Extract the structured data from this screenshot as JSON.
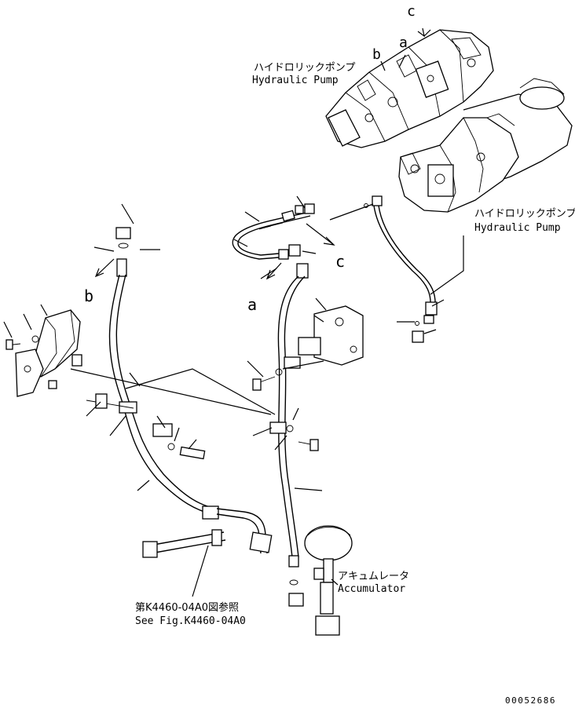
{
  "labels": {
    "pump_top_jp": "ハイドロリックポンプ",
    "pump_top_en": "Hydraulic Pump",
    "pump_right_jp": "ハイドロリックポンプ",
    "pump_right_en": "Hydraulic Pump",
    "accumulator_jp": "アキュムレータ",
    "accumulator_en": "Accumulator",
    "ref_jp": "第K4460-04A0図参照",
    "ref_en": "See Fig.K4460-04A0",
    "drawing_number": "00052686"
  },
  "callouts": {
    "a_top": "a",
    "b_top": "b",
    "c_top": "c",
    "b_left": "b",
    "a_mid": "a",
    "c_mid": "c"
  }
}
